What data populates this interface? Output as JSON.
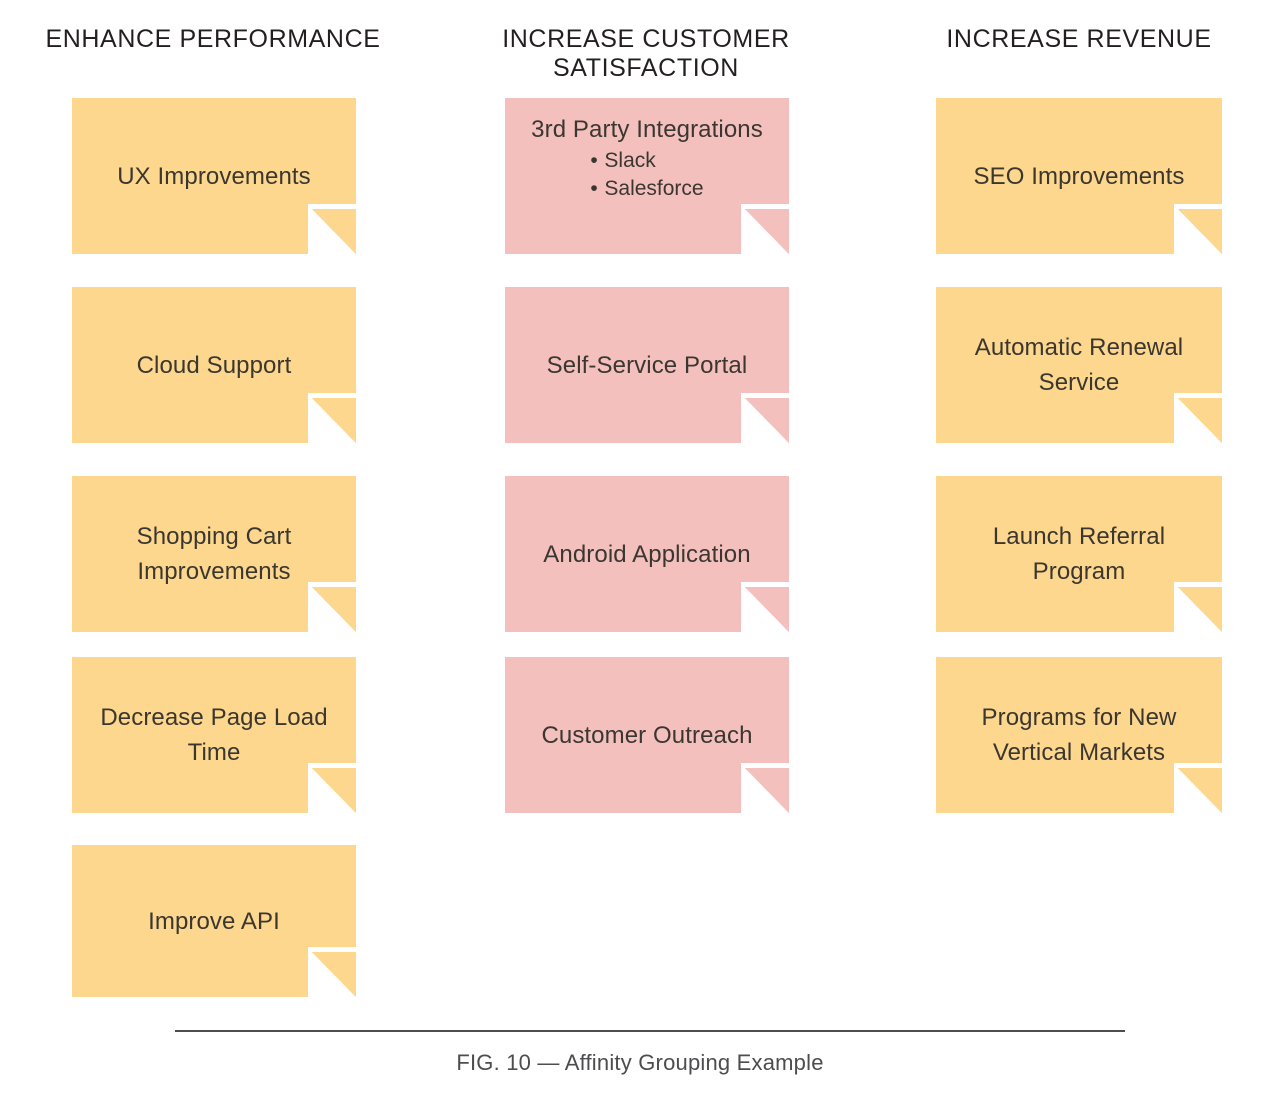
{
  "columns": [
    {
      "header": "ENHANCE PERFORMANCE",
      "color": "#fcd78d",
      "color_name": "yellow",
      "notes": [
        {
          "title": "UX Improvements",
          "bullets": []
        },
        {
          "title": "Cloud Support",
          "bullets": []
        },
        {
          "title": "Shopping Cart Improvements",
          "bullets": []
        },
        {
          "title": "Decrease Page Load Time",
          "bullets": []
        },
        {
          "title": "Improve API",
          "bullets": []
        }
      ]
    },
    {
      "header": "INCREASE CUSTOMER SATISFACTION",
      "color": "#f3c0be",
      "color_name": "pink",
      "notes": [
        {
          "title": "3rd Party Integrations",
          "bullets": [
            "Slack",
            "Salesforce"
          ]
        },
        {
          "title": "Self-Service Portal",
          "bullets": []
        },
        {
          "title": "Android Application",
          "bullets": []
        },
        {
          "title": "Customer Outreach",
          "bullets": []
        }
      ]
    },
    {
      "header": "INCREASE REVENUE",
      "color": "#fcd78d",
      "color_name": "yellow",
      "notes": [
        {
          "title": "SEO Improvements",
          "bullets": []
        },
        {
          "title": "Automatic Renewal Service",
          "bullets": []
        },
        {
          "title": "Launch Referral Program",
          "bullets": []
        },
        {
          "title": "Programs for New Vertical Markets",
          "bullets": []
        }
      ]
    }
  ],
  "caption": {
    "text": "FIG. 10 — Affinity Grouping Example"
  },
  "bullet_glyph": "•",
  "palette": {
    "yellow": "#fcd78d",
    "pink": "#f3c0be",
    "note_text": "#3b3730",
    "header_text": "#231f20",
    "caption_text": "#4d4d4f",
    "background": "#ffffff"
  }
}
